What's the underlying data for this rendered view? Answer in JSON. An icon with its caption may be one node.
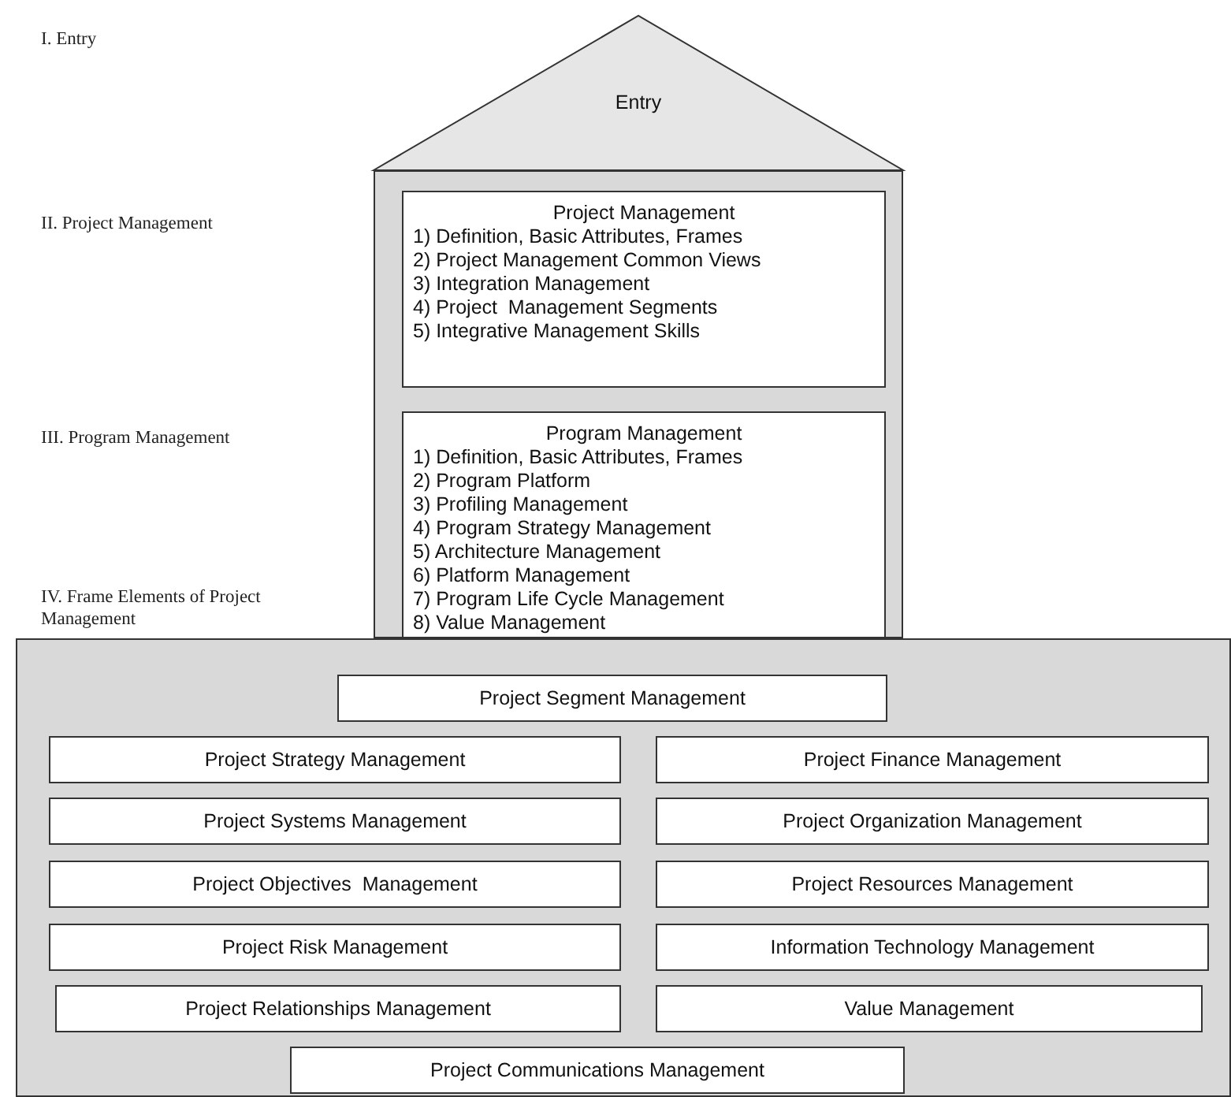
{
  "diagram": {
    "nodes": [
      {
        "text": [
          "Entry"
        ]
      },
      {
        "text": [],
        "shape": "box"
      },
      {
        "text": [
          "Project Management",
          "1) Definition, Basic Attributes, Frames",
          "2) Project Management Common Views",
          "3) Integration Management",
          "4) Project  Management Segments",
          "5) Integrative Management Skills"
        ],
        "in": 1
      },
      {
        "text": [
          "Program Management",
          "1) Definition, Basic Attributes, Frames",
          "2) Program Platform",
          "3) Profiling Management",
          "4) Program Strategy Management",
          "5) Architecture Management",
          "6) Platform Management",
          "7) Program Life Cycle Management",
          "8) Value Management"
        ],
        "in": 1
      },
      {
        "text": [],
        "shape": "box"
      },
      {
        "text": [
          "Project Segment Management"
        ],
        "in": 4
      },
      {
        "text": [
          "Project Strategy Management"
        ],
        "in": 4
      },
      {
        "text": [
          "Project Finance Management"
        ],
        "in": 4
      },
      {
        "text": [
          "Project Systems Management"
        ],
        "in": 4
      },
      {
        "text": [
          "Project Organization Management"
        ],
        "in": 4
      },
      {
        "text": [
          "Project Objectives  Management"
        ],
        "in": 4
      },
      {
        "text": [
          "Project Resources Management"
        ],
        "in": 4
      },
      {
        "text": [
          "Project Risk Management"
        ],
        "in": 4
      },
      {
        "text": [
          "Information Technology Management"
        ],
        "in": 4
      },
      {
        "text": [
          "Project Relationships Management"
        ],
        "in": 4
      },
      {
        "text": [
          "Value Management"
        ],
        "in": 4
      },
      {
        "text": [
          "Project Communications Management"
        ],
        "in": 4
      }
    ],
    "edges": [],
    "labels": [
      "I. Entry",
      "II. Project Management",
      "III. Program Management",
      "IV. Frame Elements of Project Management"
    ]
  }
}
